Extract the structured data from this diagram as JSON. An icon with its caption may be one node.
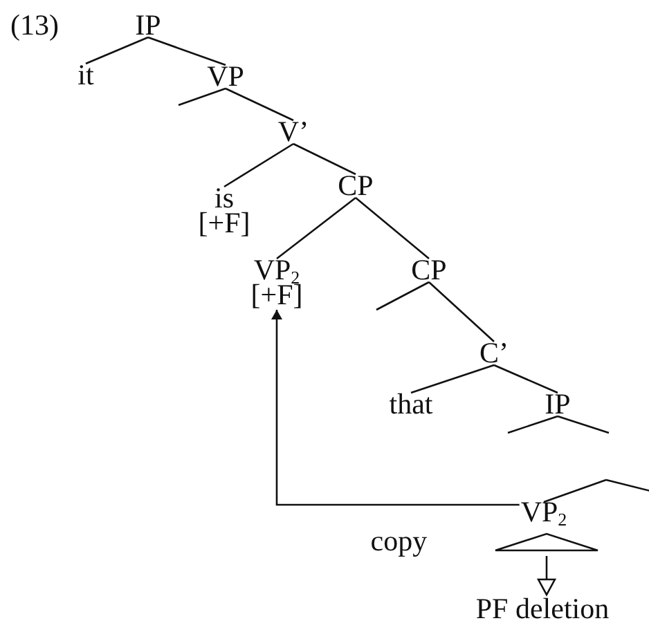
{
  "diagram": {
    "nodes": [
      {
        "text": [
          "IP"
        ]
      },
      {
        "text": [
          "it"
        ]
      },
      {
        "text": [
          "VP"
        ]
      },
      {
        "text": [
          "V’"
        ]
      },
      {
        "text": [
          "is",
          "[+F]"
        ]
      },
      {
        "text": [
          "CP"
        ]
      },
      {
        "text": [
          "VP$_{2}$",
          "[+F]"
        ]
      },
      {
        "text": [
          "CP"
        ]
      },
      {
        "text": [
          "C’"
        ]
      },
      {
        "text": [
          "that"
        ]
      },
      {
        "text": [
          "IP"
        ]
      },
      {
        "text": [
          "VP$_{2}$"
        ]
      },
      {
        "text": [],
        "shape": "triangle"
      },
      {
        "text": [
          "PF deletion"
        ]
      }
    ],
    "edges": [
      {
        "from": 0,
        "to": 1,
        "arrow": "none"
      },
      {
        "from": 0,
        "to": 2,
        "arrow": "none"
      },
      {
        "from": 2,
        "to": null,
        "arrow": "none"
      },
      {
        "from": 2,
        "to": 3,
        "arrow": "none"
      },
      {
        "from": 3,
        "to": 4,
        "arrow": "none"
      },
      {
        "from": 3,
        "to": 5,
        "arrow": "none"
      },
      {
        "from": 5,
        "to": 6,
        "arrow": "none"
      },
      {
        "from": 5,
        "to": 7,
        "arrow": "none"
      },
      {
        "from": 7,
        "to": null,
        "arrow": "none"
      },
      {
        "from": 7,
        "to": 8,
        "arrow": "none"
      },
      {
        "from": 8,
        "to": 9,
        "arrow": "none"
      },
      {
        "from": 8,
        "to": 10,
        "arrow": "none"
      },
      {
        "from": 10,
        "to": null,
        "arrow": "none"
      },
      {
        "from": 10,
        "to": null,
        "arrow": "none"
      },
      {
        "from": null,
        "to": 11,
        "arrow": "none"
      },
      {
        "from": 11,
        "to": 6,
        "arrow": "to",
        "label": "copy"
      },
      {
        "from": 12,
        "to": 13,
        "arrow": "to"
      }
    ],
    "labels": [
      "(13)"
    ]
  }
}
